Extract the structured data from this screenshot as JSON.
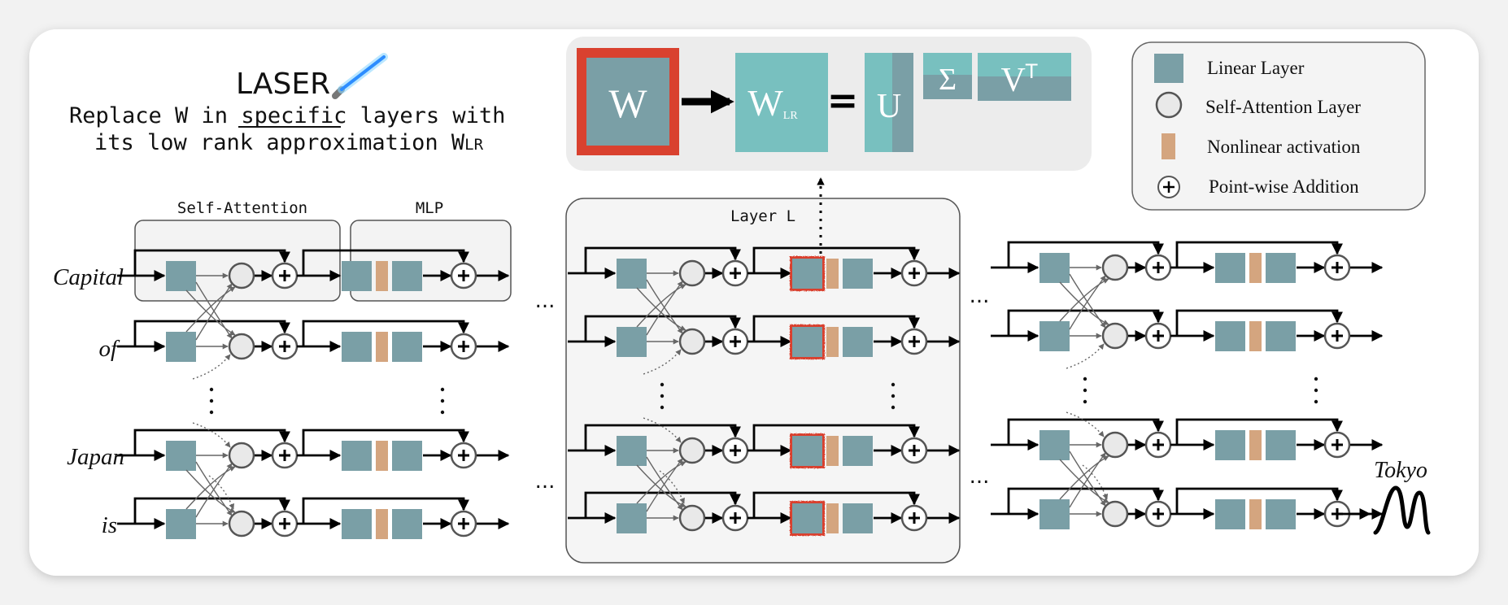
{
  "title": "LASER",
  "subtitle_line1_a": "Replace W in ",
  "subtitle_line1_emph": "specific",
  "subtitle_line1_b": " layers with",
  "subtitle_line2": "its low rank approximation W",
  "subtitle_line2_sub": "LR",
  "block_self_attention": "Self-Attention",
  "block_mlp": "MLP",
  "block_layer": "Layer L",
  "tokens": [
    "Capital",
    "of",
    "Japan",
    "is"
  ],
  "output_token": "Tokyo",
  "ellipsis": "...",
  "equation": {
    "W": "W",
    "WLR": "W",
    "WLR_sub": "LR",
    "equals": "=",
    "U": "U",
    "Sigma": "Σ",
    "V": "V",
    "V_sup": "T"
  },
  "legend": [
    {
      "label": "Linear Layer",
      "icon": "linear-layer-icon"
    },
    {
      "label": "Self-Attention Layer",
      "icon": "self-attention-icon"
    },
    {
      "label": "Nonlinear activation",
      "icon": "nonlinear-activation-icon"
    },
    {
      "label": "Point-wise Addition",
      "icon": "pointwise-addition-icon"
    }
  ],
  "colors": {
    "linear": "#7a9fa6",
    "linear_light": "#78c0bf",
    "nonlinear": "#d4a57f",
    "highlight": "#d9412f",
    "attention_fill": "#e9e9e9",
    "panel": "#ececec"
  }
}
